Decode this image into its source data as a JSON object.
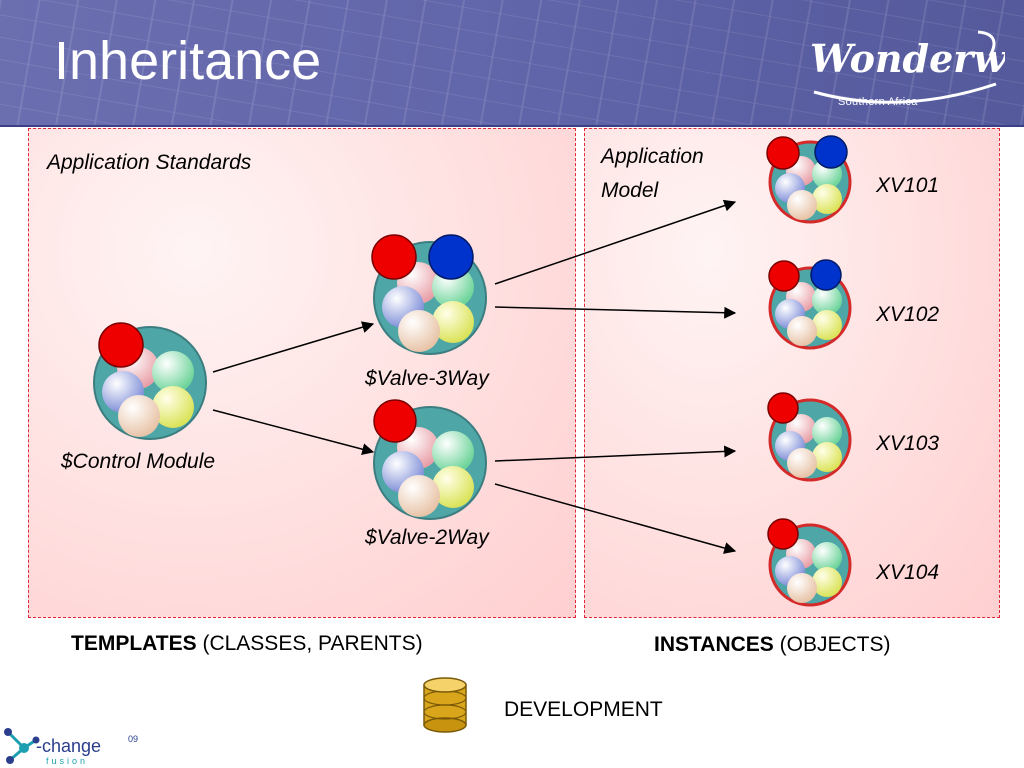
{
  "header": {
    "title": "Inheritance",
    "logo_text": "Wonderware",
    "logo_subtext": "Southern Africa"
  },
  "panels": {
    "templates_caption": "Application Standards",
    "instances_caption_line1": "Application",
    "instances_caption_line2": "Model"
  },
  "templates": {
    "control_module": "$Control Module",
    "valve_3way": "$Valve-3Way",
    "valve_2way": "$Valve-2Way"
  },
  "instances": {
    "xv101": "XV101",
    "xv102": "XV102",
    "xv103": "XV103",
    "xv104": "XV104"
  },
  "legend": {
    "templates_bold": "TEMPLATES",
    "templates_rest": " (CLASSES, PARENTS)",
    "instances_bold": "INSTANCES",
    "instances_rest": " (OBJECTS)",
    "development": "DEVELOPMENT"
  },
  "footer": {
    "brand": "-change",
    "superscript": "09",
    "sub": "fusion"
  },
  "colors": {
    "panel_border": "#e0283a",
    "header": "#6266aa",
    "instance_ring": "#d42a2a",
    "template_ring": "#4e8a8a",
    "red_marker": "#ee0000",
    "blue_marker": "#0033cc"
  }
}
